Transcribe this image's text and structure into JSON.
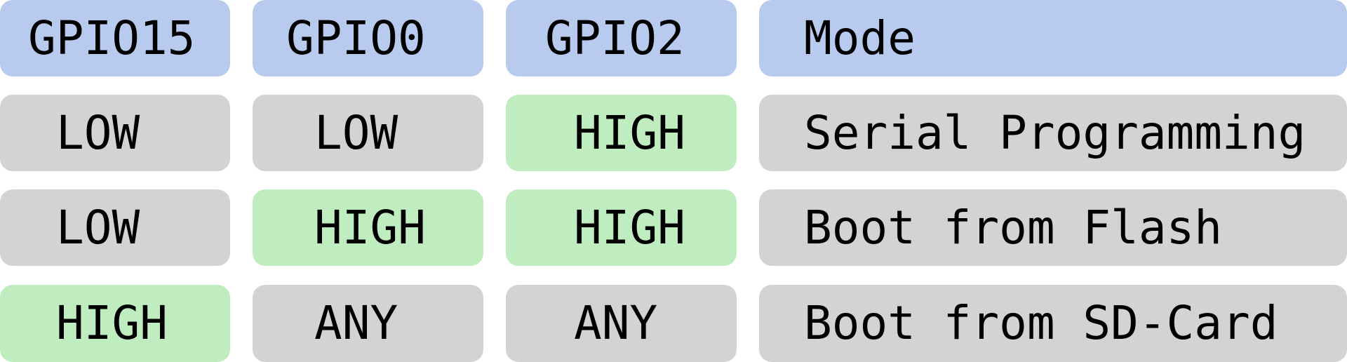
{
  "colors": {
    "header": "#b8cbef",
    "low_any": "#d3d3d3",
    "high": "#c0edbf"
  },
  "headers": [
    "GPIO15",
    "GPIO0",
    "GPIO2",
    "Mode"
  ],
  "rows": [
    {
      "gpio15": "LOW",
      "gpio0": "LOW",
      "gpio2": "HIGH",
      "mode": "Serial Programming"
    },
    {
      "gpio15": "LOW",
      "gpio0": "HIGH",
      "gpio2": "HIGH",
      "mode": "Boot from Flash"
    },
    {
      "gpio15": "HIGH",
      "gpio0": "ANY",
      "gpio2": "ANY",
      "mode": "Boot from SD-Card"
    }
  ]
}
